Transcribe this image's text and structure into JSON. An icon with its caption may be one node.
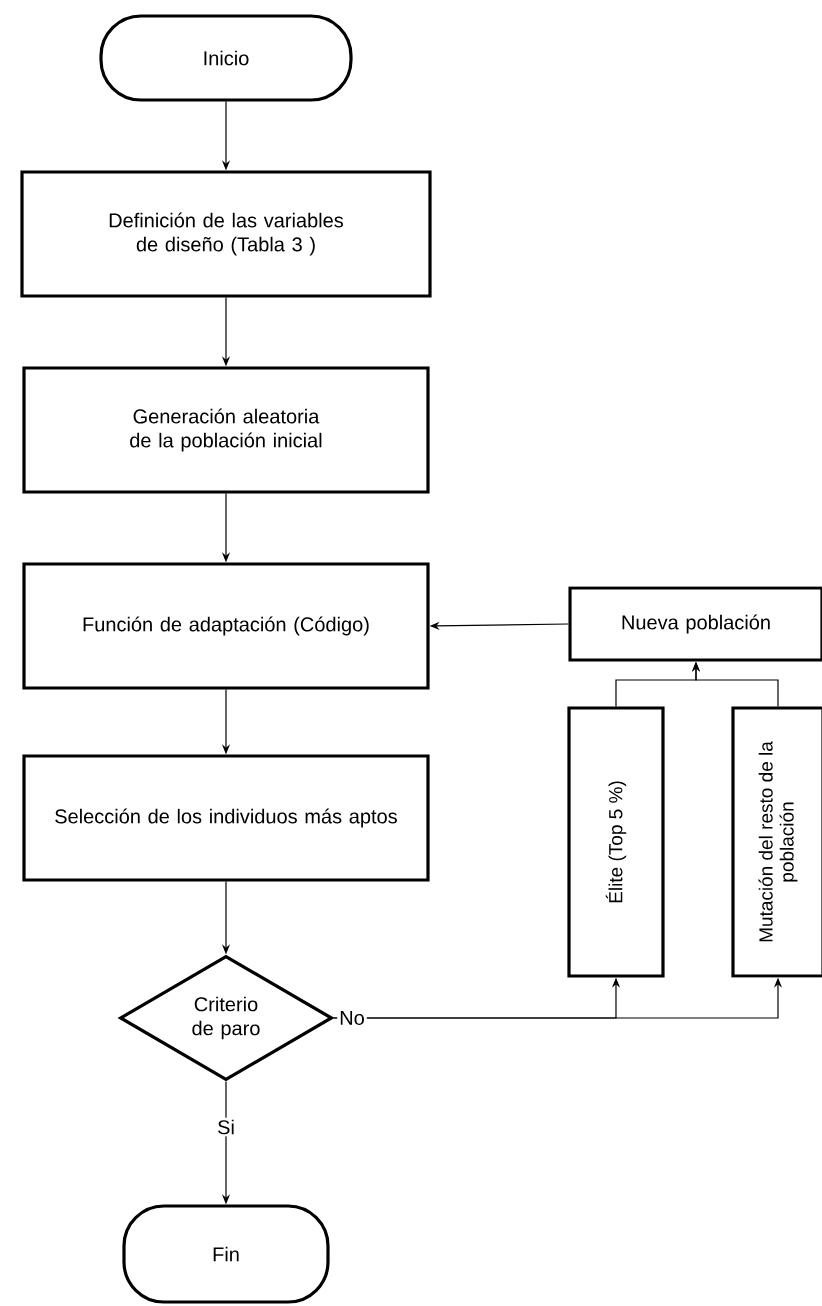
{
  "diagram": {
    "nodes": [
      {
        "text": [
          "Inicio"
        ]
      },
      {
        "text": [
          "Definición de las variables de diseño (Tabla 3 )"
        ]
      },
      {
        "text": [
          "Generación aleatoria de la población inicial"
        ]
      },
      {
        "text": [
          "Función de adaptación (Código)"
        ]
      },
      {
        "text": [
          "Nueva población"
        ]
      },
      {
        "text": [
          "Selección de los individuos más aptos"
        ]
      },
      {
        "text": [
          "Élite (Top 5 %)"
        ]
      },
      {
        "text": [
          "Mutación del resto de la población"
        ]
      },
      {
        "text": [
          "Criterio de paro"
        ]
      },
      {
        "text": [
          "Fin"
        ]
      }
    ],
    "edges": [
      {
        "from": 0,
        "to": 1,
        "arrow": "to"
      },
      {
        "from": 1,
        "to": 2,
        "arrow": "to"
      },
      {
        "from": 2,
        "to": 3,
        "arrow": "to"
      },
      {
        "from": 4,
        "to": 3,
        "arrow": "to"
      },
      {
        "from": 3,
        "to": 5,
        "arrow": "to"
      },
      {
        "from": 6,
        "to": 4,
        "arrow": "to"
      },
      {
        "from": 7,
        "to": 4,
        "arrow": "to"
      },
      {
        "from": 5,
        "to": 8,
        "arrow": "to"
      },
      {
        "from": 8,
        "to": 6,
        "arrow": "to",
        "label": "No"
      },
      {
        "from": 8,
        "to": 7,
        "arrow": "to"
      },
      {
        "from": 8,
        "to": 9,
        "arrow": "to",
        "label": "Si"
      }
    ]
  }
}
